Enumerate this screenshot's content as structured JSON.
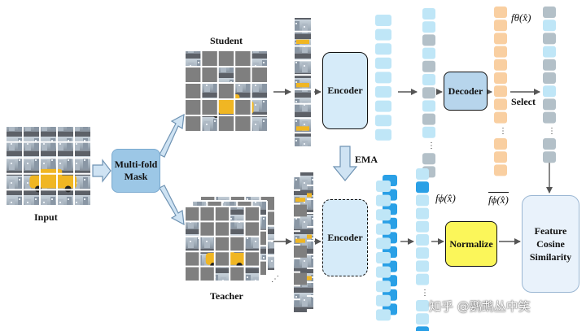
{
  "labels": {
    "input": "Input",
    "student": "Student",
    "teacher": "Teacher",
    "ema": "EMA",
    "select": "Select"
  },
  "boxes": {
    "mask_line1": "Multi-fold",
    "mask_line2": "Mask",
    "student_encoder": "Encoder",
    "teacher_encoder": "Encoder",
    "decoder": "Decoder",
    "normalize": "Normalize",
    "similarity_line1": "Feature",
    "similarity_line2": "Cosine",
    "similarity_line3": "Similarity"
  },
  "math": {
    "decoder_output": "fθ(x̂)",
    "teacher_output": "fϕ(x̂)",
    "normalized_output": "fϕ(x̂)"
  },
  "watermark": "知乎 @鹦鹉丛中笑",
  "colors": {
    "token_light_blue": "#bfe6f7",
    "token_grey": "#b3c0c8",
    "token_orange": "#f9cfa1",
    "token_bright_blue": "#2aa0e6",
    "encoder_fill": "#d6ebf9",
    "decoder_fill": "#b7d5ec",
    "normalize_fill": "#fbf65a",
    "similarity_fill": "#e9f2fb",
    "mask_fill": "#9cc7e6",
    "arrow_fill": "#cfe3f3",
    "patch_grey": "#7f7f7f",
    "taxi_yellow": "#f0b623"
  }
}
